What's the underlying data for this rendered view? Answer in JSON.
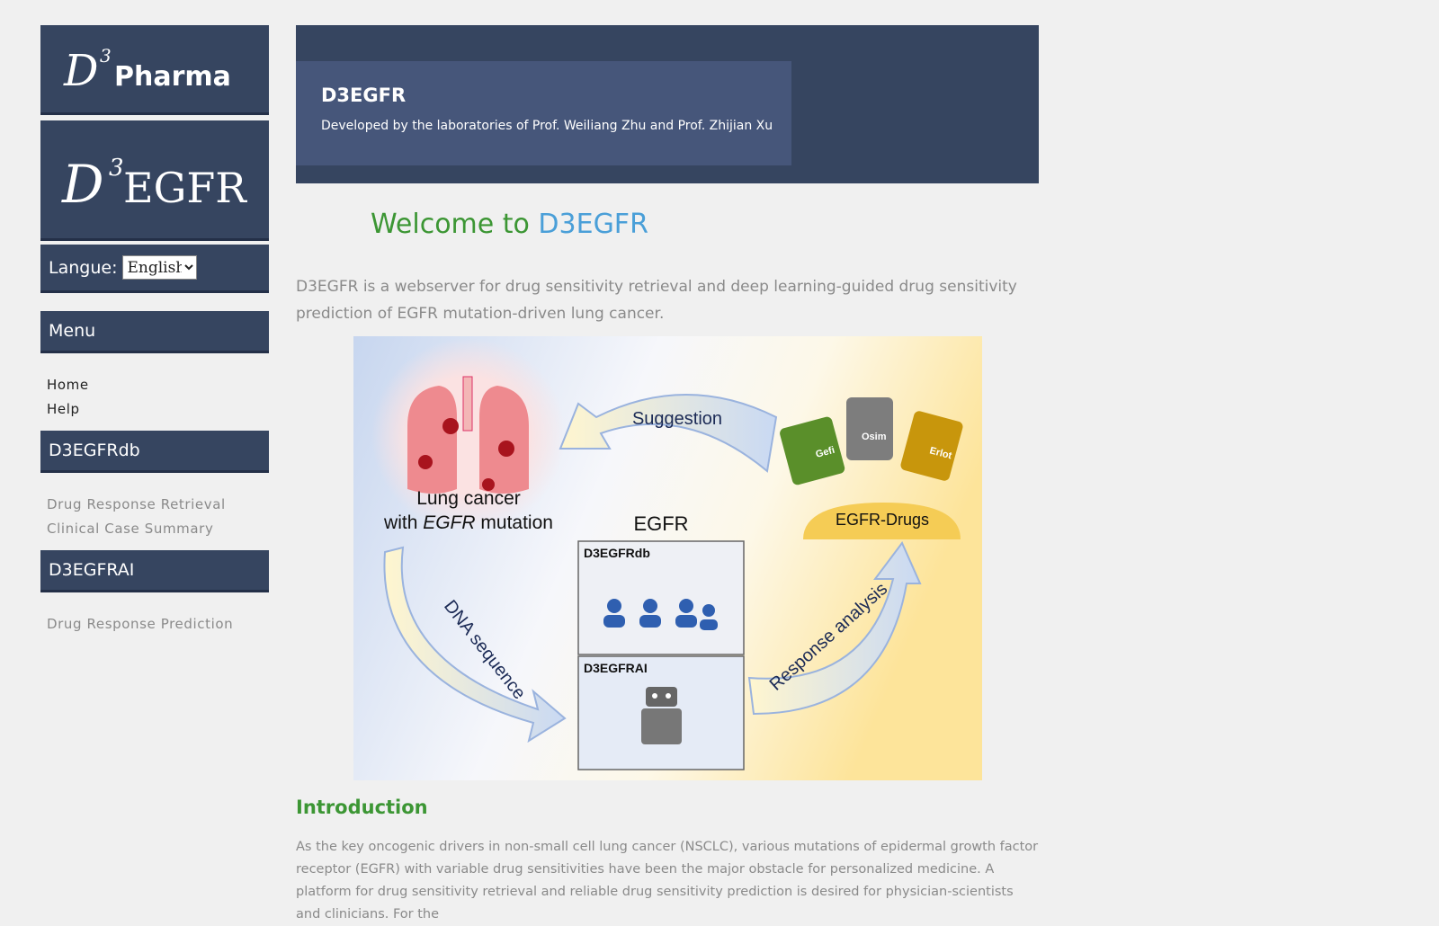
{
  "sidebar": {
    "logo_pharma": "Pharma",
    "logo_d": "D",
    "logo_super": "3",
    "logo_egfr": "EGFR",
    "language_label": "Langue:",
    "language_selected": "English",
    "menu_header": "Menu",
    "menu_items": [
      {
        "label": "Home"
      },
      {
        "label": "Help"
      }
    ],
    "db_header": "D3EGFRdb",
    "db_items": [
      {
        "label": "Drug Response Retrieval"
      },
      {
        "label": "Clinical Case Summary"
      }
    ],
    "ai_header": "D3EGFRAI",
    "ai_items": [
      {
        "label": "Drug Response Prediction"
      }
    ]
  },
  "banner": {
    "title": "D3EGFR",
    "subtitle": "Developed by the laboratories of Prof. Weiliang Zhu and Prof. Zhijian Xu"
  },
  "welcome": {
    "prefix": "Welcome to ",
    "name": "D3EGFR"
  },
  "description": "D3EGFR is a webserver for drug sensitivity retrieval and deep learning-guided drug sensitivity prediction of EGFR mutation-driven lung cancer.",
  "figure": {
    "suggestion": "Suggestion",
    "lung_line1": "Lung cancer",
    "lung_with": "with ",
    "lung_egfr": "EGFR",
    "lung_mutation": " mutation",
    "egfr": "EGFR",
    "db_box": "D3EGFRdb",
    "ai_box": "D3EGFRAI",
    "drugs": "EGFR-Drugs",
    "dna": "DNA sequence",
    "response": "Response analysis",
    "gefi": "Gefi",
    "osim": "Osim",
    "erlo": "Erlot"
  },
  "intro": {
    "title": "Introduction",
    "text": "As the key oncogenic drivers in non-small cell lung cancer (NSCLC), various mutations of epidermal growth factor receptor (EGFR) with variable drug sensitivities have been the major obstacle for personalized medicine. A platform for drug sensitivity retrieval and reliable drug sensitivity prediction is desired for physician-scientists and clinicians. For the"
  },
  "colors": {
    "panel": "#364560",
    "banner_inner": "#46567a",
    "welcome_green": "#3c9634",
    "welcome_blue": "#4a9fd8"
  }
}
